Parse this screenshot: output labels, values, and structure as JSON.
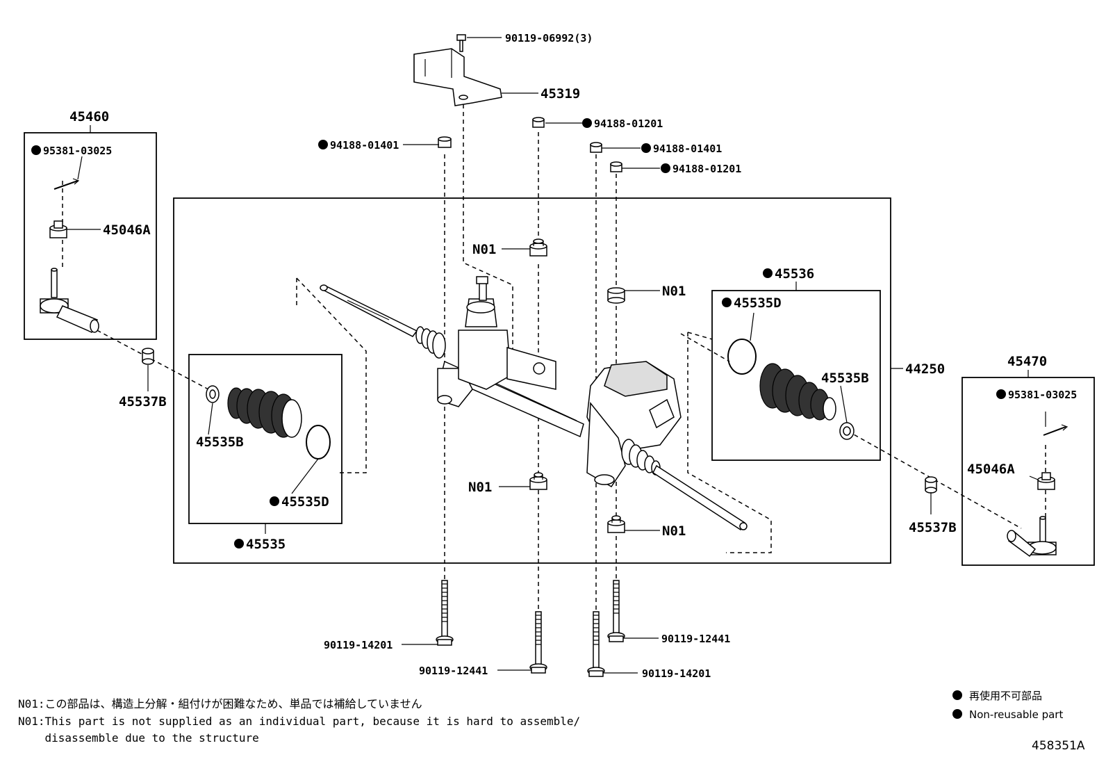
{
  "labels": {
    "bolt_top": "90119-06992(3)",
    "bracket": "45319",
    "nut_right_top": "94188-01201",
    "nut_left_top": "94188-01401",
    "nut_right_mid": "94188-01401",
    "nut_right_low": "94188-01201",
    "n01_top": "N01",
    "n01_right": "N01",
    "n01_bottom": "N01",
    "n01_bottom_right": "N01",
    "tie_rod_left_assy": "45460",
    "cotter_left": "95381-03025",
    "castle_nut_left": "45046A",
    "bushing_left": "45537B",
    "boot_left_clamp": "45535B",
    "boot_left_band": "45535D",
    "boot_kit_left": "45535",
    "boot_kit_right": "45536",
    "boot_right_band": "45535D",
    "boot_right_clamp": "45535B",
    "gear_assy": "44250",
    "tie_rod_right_assy": "45470",
    "cotter_right": "95381-03025",
    "castle_nut_right": "45046A",
    "bushing_right": "45537B",
    "bolt_1": "90119-14201",
    "bolt_2": "90119-12441",
    "bolt_3": "90119-12441",
    "bolt_4": "90119-14201"
  },
  "notes": {
    "jp": "N01:この部品は、構造上分解・組付けが困難なため、単品では補給していません",
    "en_1": "N01:This part is not supplied as an individual part, because it is hard to assemble/",
    "en_2": "    disassemble due to the structure"
  },
  "legend": {
    "jp": "再使用不可部品",
    "en": "Non-reusable part"
  },
  "diagram_code": "458351A"
}
